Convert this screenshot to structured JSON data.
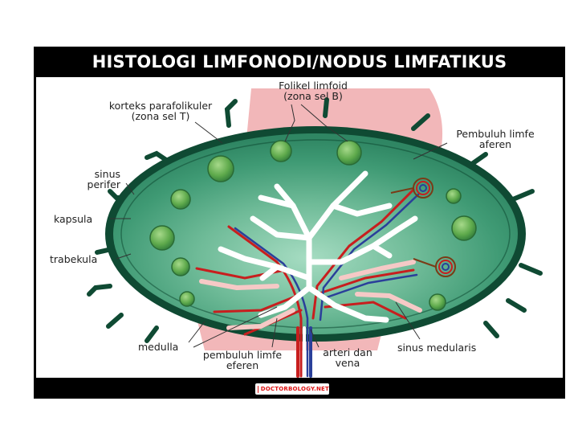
{
  "title": "HISTOLOGI LIMFONODI/NODUS LIMFATIKUS",
  "labels": {
    "korteks_parafolikuler": [
      "korteks parafolikuler",
      "(zona sel T)"
    ],
    "folikel_limfoid": [
      "Folikel limfoid",
      "(zona sel B)"
    ],
    "pembuluh_limfe_aferen": [
      "Pembuluh limfe",
      "aferen"
    ],
    "sinus_perifer": [
      "sinus",
      "perifer"
    ],
    "kapsula": "kapsula",
    "trabekula": "trabekula",
    "medulla": "medulla",
    "pembuluh_limfe_eferen": [
      "pembuluh limfe",
      "eferen"
    ],
    "arteri_dan_vena": [
      "arteri dan",
      "vena"
    ],
    "sinus_medularis": "sinus medularis"
  },
  "logo": "DOCTORBOLOGY.NET",
  "colors": {
    "frame": "#000000",
    "capsule": "#0f4a33",
    "cortex": "#3f9a74",
    "medulla_center": "#8fd1b3",
    "follicle": "#6cb85a",
    "pink_background": "#f2b7b9",
    "artery": "#c81e1e",
    "vein": "#2a3f9a"
  }
}
